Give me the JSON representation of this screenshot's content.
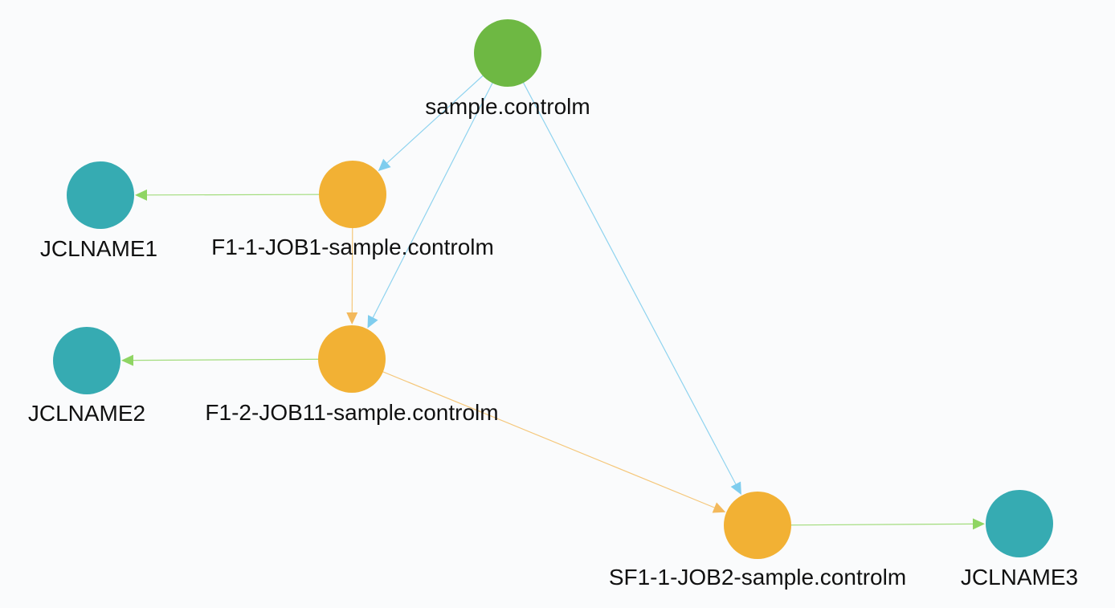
{
  "colors": {
    "background": "#fafbfc",
    "root": "#6eb843",
    "job": "#f2b134",
    "jcl": "#36abb2",
    "edge_blue": "#8fd3ef",
    "edge_orange": "#f5c77a",
    "edge_green": "#a2dc7c",
    "arrow_blue": "#7fcdee",
    "arrow_orange": "#f3b95c",
    "arrow_green": "#8fd563",
    "label": "#111111"
  },
  "nodes": [
    {
      "id": "root",
      "label": "sample.controlm",
      "kind": "root"
    },
    {
      "id": "job1",
      "label": "F1-1-JOB1-sample.controlm",
      "kind": "job"
    },
    {
      "id": "job11",
      "label": "F1-2-JOB11-sample.controlm",
      "kind": "job"
    },
    {
      "id": "job2",
      "label": "SF1-1-JOB2-sample.controlm",
      "kind": "job"
    },
    {
      "id": "jcl1",
      "label": "JCLNAME1",
      "kind": "jcl"
    },
    {
      "id": "jcl2",
      "label": "JCLNAME2",
      "kind": "jcl"
    },
    {
      "id": "jcl3",
      "label": "JCLNAME3",
      "kind": "jcl"
    }
  ],
  "edges": [
    {
      "from": "root",
      "to": "job1",
      "color": "blue"
    },
    {
      "from": "root",
      "to": "job11",
      "color": "blue"
    },
    {
      "from": "root",
      "to": "job2",
      "color": "blue"
    },
    {
      "from": "job1",
      "to": "job11",
      "color": "orange"
    },
    {
      "from": "job11",
      "to": "job2",
      "color": "orange"
    },
    {
      "from": "job1",
      "to": "jcl1",
      "color": "green"
    },
    {
      "from": "job11",
      "to": "jcl2",
      "color": "green"
    },
    {
      "from": "job2",
      "to": "jcl3",
      "color": "green"
    }
  ]
}
